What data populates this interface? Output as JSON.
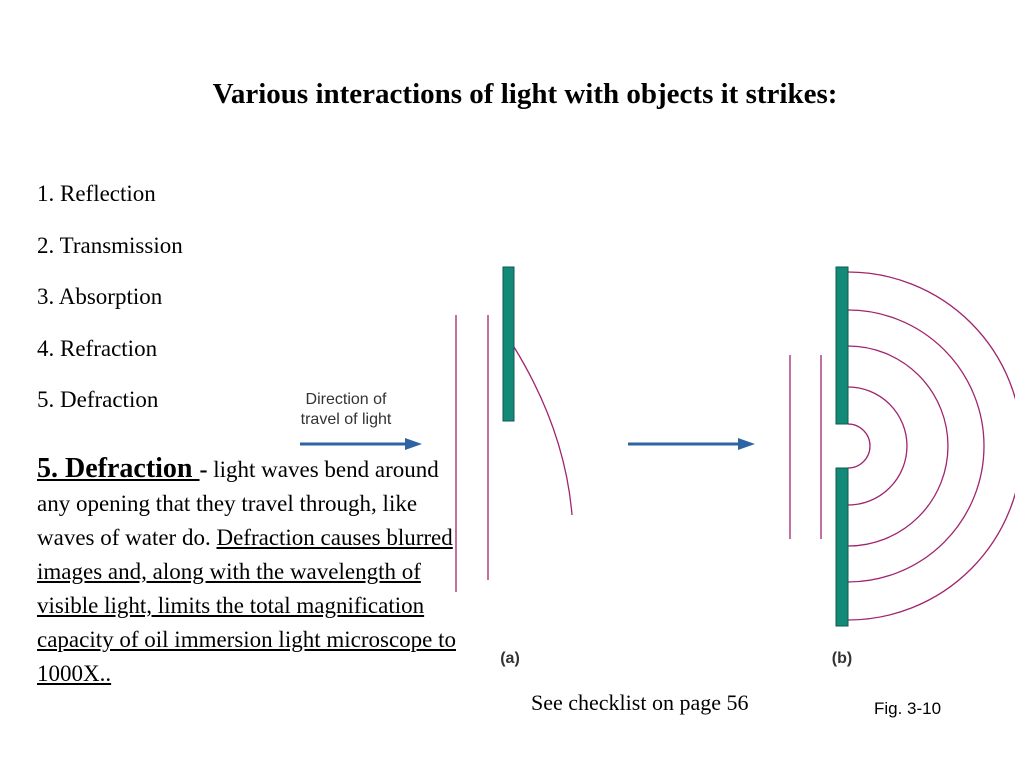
{
  "slide": {
    "title": "Various interactions of light with objects it strikes:",
    "list_items": [
      "1. Reflection",
      "2. Transmission",
      "3. Absorption",
      "4.  Refraction",
      "5.  Defraction"
    ],
    "definition": {
      "heading": "5. Defraction ",
      "dash": "-",
      "text_plain": " light waves bend around any opening that they travel through, like waves of water do.",
      "text_underlined": "Defraction causes blurred images and, along with the wavelength of visible light, limits the total magnification capacity of oil immersion light microscope to 1000X.."
    },
    "checklist_note": "See checklist on page 56",
    "figure_ref": "Fig. 3-10"
  },
  "figure": {
    "direction_label_line1": "Direction of",
    "direction_label_line2": "travel of light",
    "panel_a_label": "(a)",
    "panel_b_label": "(b)",
    "colors": {
      "barrier": "#138a77",
      "barrier_edge": "#0b5a4d",
      "wave": "#a0246e",
      "arrow": "#2f64a3"
    }
  }
}
